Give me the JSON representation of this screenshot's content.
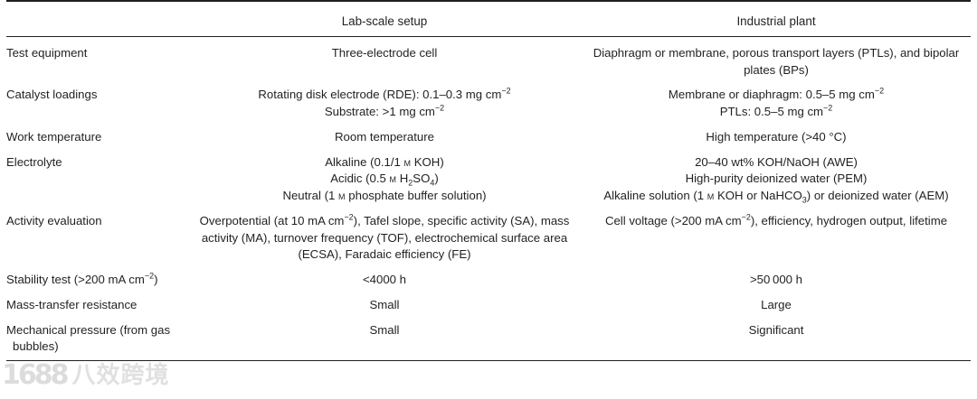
{
  "table": {
    "columns": [
      {
        "key": "parameter",
        "header": ""
      },
      {
        "key": "lab",
        "header": "Lab-scale setup"
      },
      {
        "key": "industrial",
        "header": "Industrial plant"
      }
    ],
    "rows": [
      {
        "label": "Test equipment",
        "lab_lines": [
          "Three-electrode cell"
        ],
        "industrial_lines": [
          "Diaphragm or membrane, porous transport layers (PTLs), and bipolar plates (BPs)"
        ]
      },
      {
        "label": "Catalyst loadings",
        "lab_lines": [
          "Rotating disk electrode (RDE): 0.1–0.3 mg cm⁻²",
          "Substrate: >1 mg cm⁻²"
        ],
        "industrial_lines": [
          "Membrane or diaphragm: 0.5–5 mg cm⁻²",
          "PTLs: 0.5–5 mg cm⁻²"
        ]
      },
      {
        "label": "Work temperature",
        "lab_lines": [
          "Room temperature"
        ],
        "industrial_lines": [
          "High temperature (>40 °C)"
        ]
      },
      {
        "label": "Electrolyte",
        "lab_lines": [
          "Alkaline (0.1/1 M KOH)",
          "Acidic (0.5 M H2SO4)",
          "Neutral (1 M phosphate buffer solution)"
        ],
        "industrial_lines": [
          "20–40 wt% KOH/NaOH (AWE)",
          "High-purity deionized water (PEM)",
          "Alkaline solution (1 M KOH or NaHCO3) or deionized water (AEM)"
        ]
      },
      {
        "label": "Activity evaluation",
        "lab_lines": [
          "Overpotential (at 10 mA cm⁻²), Tafel slope, specific activity (SA), mass activity (MA), turnover frequency (TOF), electrochemical surface area (ECSA), Faradaic efficiency (FE)"
        ],
        "industrial_lines": [
          "Cell voltage (>200 mA cm⁻²), efficiency, hydrogen output, lifetime"
        ]
      },
      {
        "label": "Stability test (>200 mA cm⁻²)",
        "lab_lines": [
          "<4000 h"
        ],
        "industrial_lines": [
          ">50 000 h"
        ]
      },
      {
        "label": "Mass-transfer resistance",
        "lab_lines": [
          "Small"
        ],
        "industrial_lines": [
          "Large"
        ]
      },
      {
        "label": "Mechanical pressure (from gas bubbles)",
        "lab_lines": [
          "Small"
        ],
        "industrial_lines": [
          "Significant"
        ]
      }
    ]
  },
  "watermark": {
    "mark": "1688",
    "text": "八效跨境"
  },
  "colors": {
    "text": "#231f20",
    "rule": "#231f20",
    "background": "#ffffff"
  }
}
